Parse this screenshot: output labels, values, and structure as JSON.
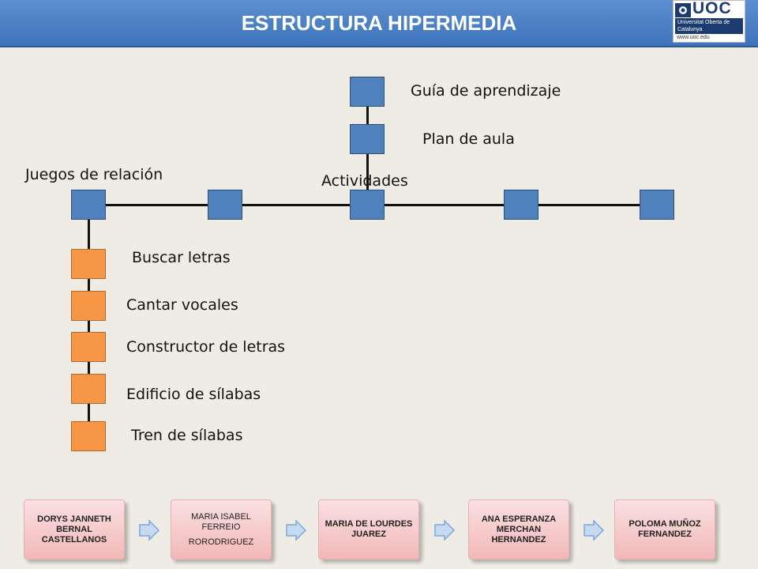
{
  "header": {
    "title": "ESTRUCTURA  HIPERMEDIA"
  },
  "logo": {
    "word": "UOC",
    "band": "Universitat Oberta de Catalunya",
    "url": "www.uoc.edu"
  },
  "diagram": {
    "nodes_top": [
      "Guía de aprendizaje",
      "Plan de aula"
    ],
    "main_left": "Juegos de relación",
    "main_center": "Actividades",
    "games": [
      "Buscar letras",
      "Cantar vocales",
      "Constructor de letras",
      "Edificio de sílabas",
      "Tren de sílabas"
    ]
  },
  "authors": {
    "card1": "DORYS JANNETH BERNAL CASTELLANOS",
    "card2_a": "MARIA ISABEL FERREIO",
    "card2_b": "RORODRIGUEZ",
    "card3": "MARIA DE LOURDES JUAREZ",
    "card4": "ANA ESPERANZA MERCHAN HERNANDEZ",
    "card5": "POLOMA MUÑOZ FERNANDEZ"
  },
  "colors": {
    "header": "#4a80c4",
    "node_blue": "#4f81bd",
    "node_orange": "#f79646",
    "card": "#f4c2c2",
    "background": "#eeece4"
  }
}
